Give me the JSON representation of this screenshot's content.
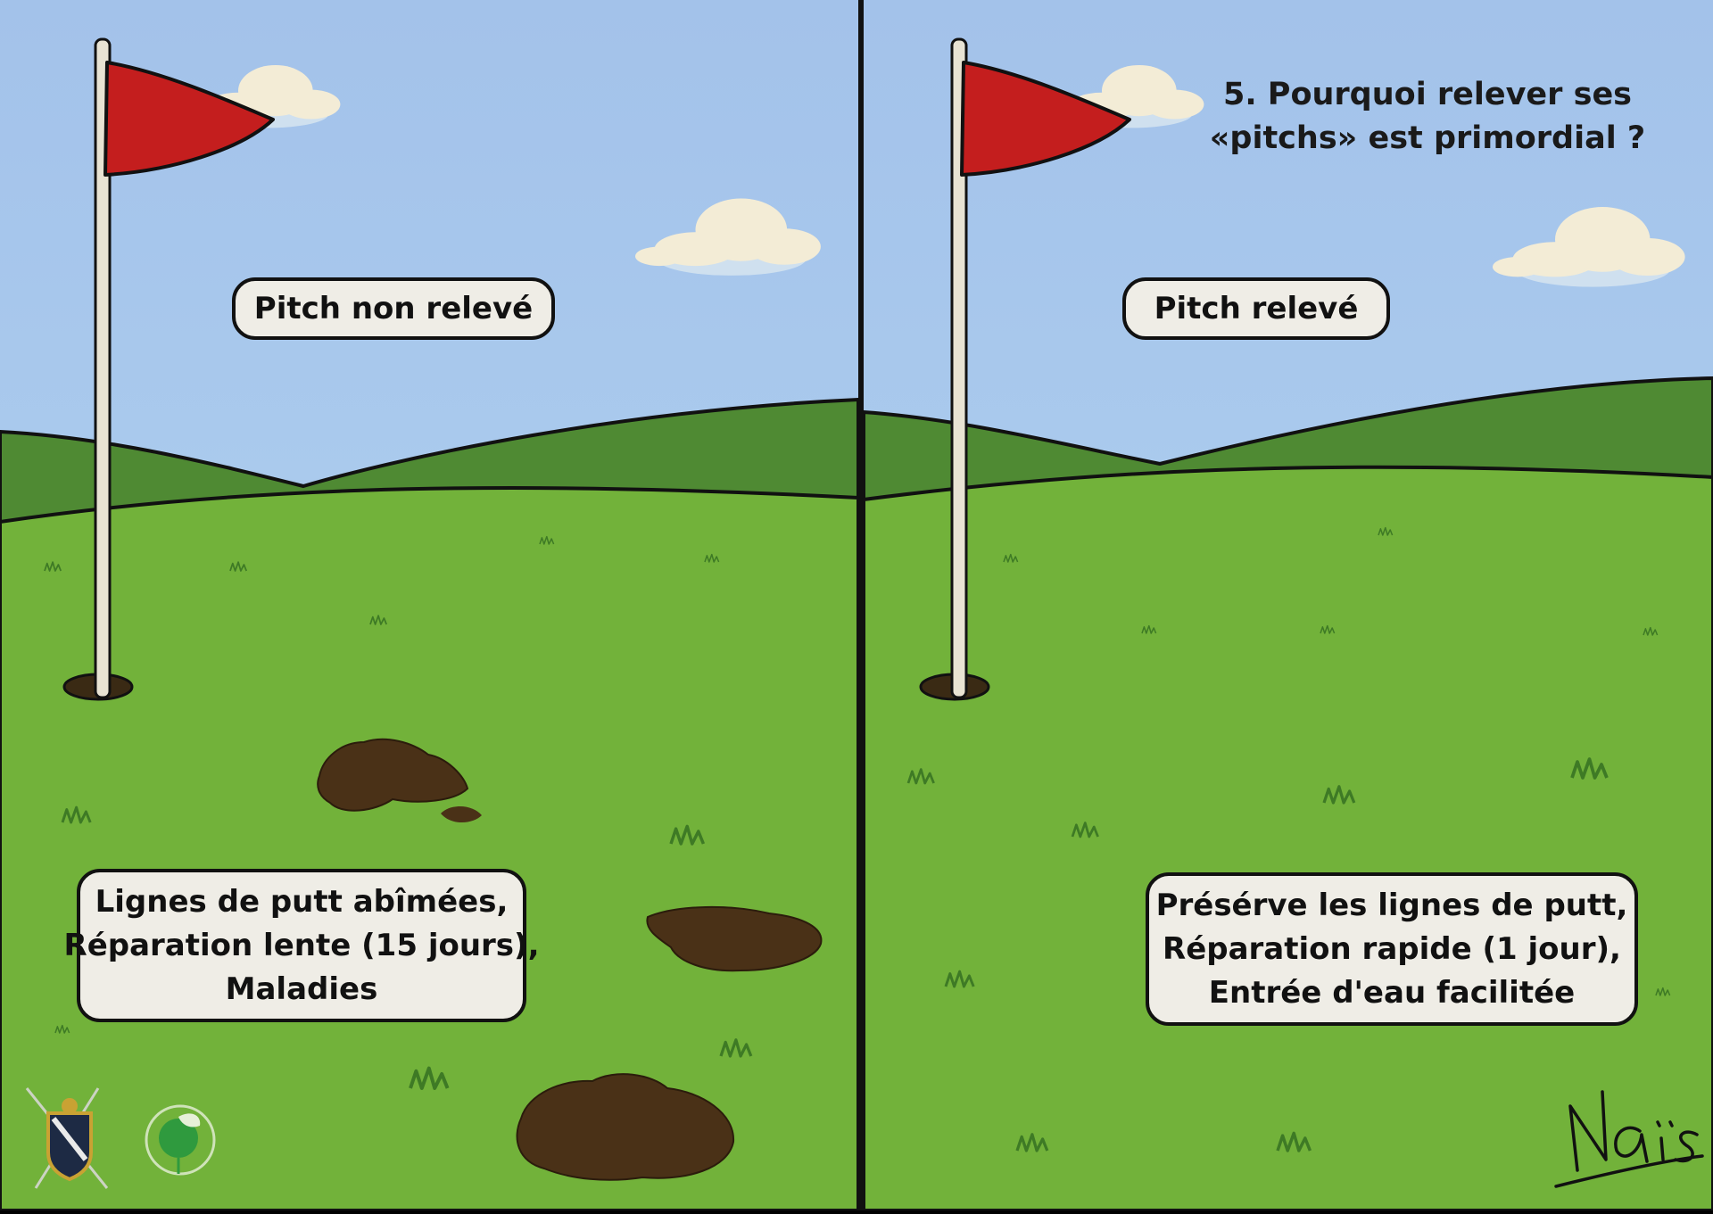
{
  "title": {
    "line1": "5. Pourquoi relever ses",
    "line2": "«pitchs» est primordial ?"
  },
  "left_panel": {
    "tag": "Pitch non relevé",
    "consequences": [
      "Lignes de putt abîmées,",
      "Réparation lente (15 jours),",
      "Maladies"
    ]
  },
  "right_panel": {
    "tag": "Pitch relevé",
    "benefits": [
      "Présérve les lignes de putt,",
      "Réparation rapide (1 jour),",
      "Entrée d'eau facilitée"
    ]
  },
  "signature": "Naïs",
  "colors": {
    "sky": "#a9c8ec",
    "grass": "#72b23a",
    "hills": "#4f8a33",
    "flag": "#c41e1e",
    "divot": "#4a3117"
  }
}
